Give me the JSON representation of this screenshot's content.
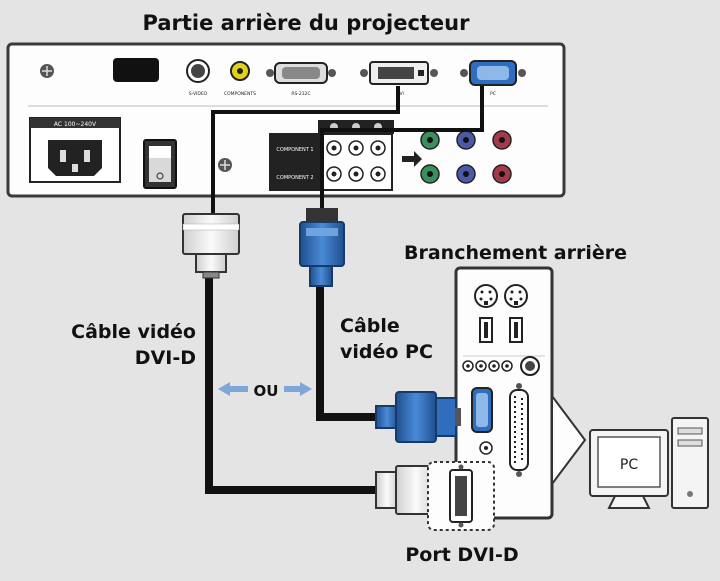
{
  "title": "Partie arrière du projecteur",
  "projector": {
    "power_label": "AC 100~240V",
    "ports": [
      "S-VIDEO",
      "COMPONENTS",
      "RS-232C",
      "DVI",
      "PC"
    ],
    "component_labels": [
      "COMPONENT 1",
      "COMPONENT 2"
    ]
  },
  "labels": {
    "dvi_cable": [
      "Câble vidéo",
      "DVI-D"
    ],
    "pc_cable": [
      "Câble",
      "vidéo PC"
    ],
    "or": "OU",
    "rear_connection": "Branchement arrière",
    "dvi_port": "Port DVI-D",
    "pc": "PC"
  },
  "icons": [
    "power-socket-icon",
    "power-switch-icon",
    "screw-icon",
    "ps2-port-icon",
    "usb-port-icon",
    "arrow-left-icon",
    "arrow-right-icon",
    "arrow-icon",
    "monitor-icon",
    "computer-tower-icon"
  ],
  "colors": {
    "cable": "#111111",
    "vga_blue": "#2f6ebd",
    "dvi_connector": "#f2f2f2",
    "background": "#e4e4e4"
  }
}
